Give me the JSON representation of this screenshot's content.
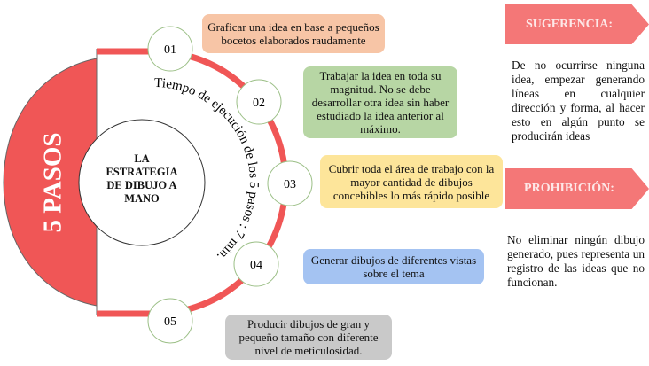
{
  "colors": {
    "red": "#f05656",
    "arrow": "#f47777",
    "orange": "#f7c5a6",
    "green": "#b7d6a4",
    "yellow": "#fde59a",
    "blue": "#a4c3f2",
    "gray": "#c9c9c9",
    "circle_border": "#9bbf86"
  },
  "side_label": "5 PASOS",
  "center_title": "LA ESTRATEGIA DE DIBUJO A MANO",
  "arc_text": "Tiempo de ejecución de los 5 pasos : 7 min.",
  "steps": [
    {
      "num": "01",
      "text": "Graficar una idea en base a pequeños bocetos elaborados raudamente"
    },
    {
      "num": "02",
      "text": "Trabajar la idea en toda su magnitud. No se debe desarrollar otra idea sin haber estudiado la idea anterior al máximo."
    },
    {
      "num": "03",
      "text": "Cubrir toda el área de trabajo con la mayor cantidad de dibujos concebibles lo más rápido posible"
    },
    {
      "num": "04",
      "text": "Generar dibujos de diferentes vistas sobre el tema"
    },
    {
      "num": "05",
      "text": "Producir dibujos de gran y pequeño tamaño con diferente nivel de meticulosidad."
    }
  ],
  "suggestion": {
    "title": "SUGERENCIA:",
    "text": "De no ocurrirse ninguna idea, empezar generando líneas en cualquier dirección y forma, al hacer esto en algún punto se producirán ideas"
  },
  "prohibition": {
    "title": "PROHIBICIÓN:",
    "text": "No eliminar ningún dibujo generado, pues representa un registro de las ideas que no funcionan."
  }
}
